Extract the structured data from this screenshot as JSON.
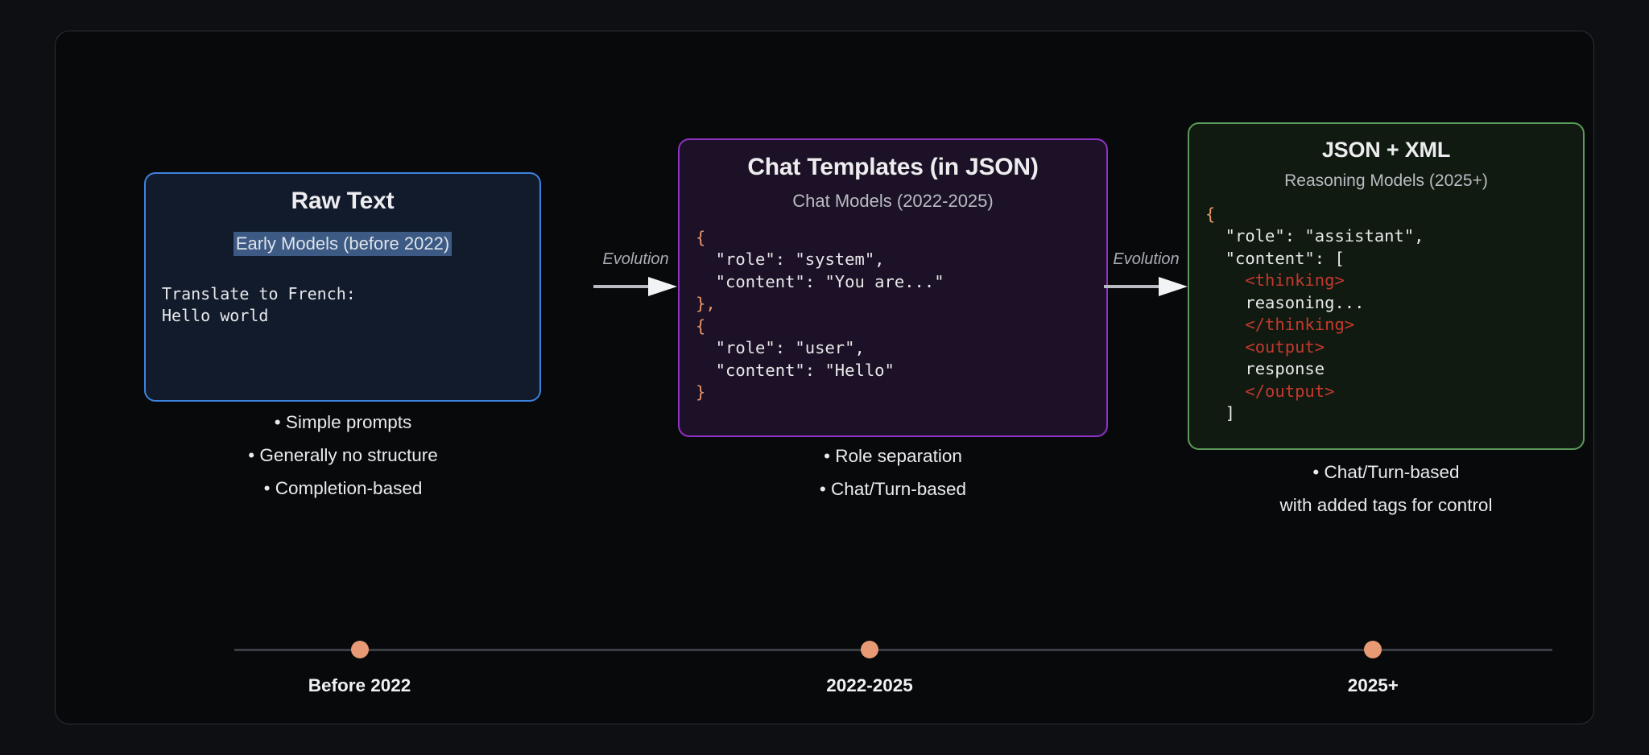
{
  "diagram": {
    "stages": [
      {
        "title": "Raw Text",
        "subtitle": "Early Models (before 2022)",
        "subtitle_selected": true,
        "code": "Translate to French:\nHello world",
        "border_color": "#3d82e0",
        "background_color": "#111b2b",
        "bullets": [
          "• Simple prompts",
          "• Generally no structure",
          "• Completion-based"
        ]
      },
      {
        "title": "Chat Templates (in JSON)",
        "subtitle": "Chat Models (2022-2025)",
        "subtitle_selected": false,
        "code_lines": [
          {
            "text": "{",
            "kind": "brace"
          },
          {
            "text": "  \"role\": \"system\",",
            "kind": "plain"
          },
          {
            "text": "  \"content\": \"You are...\"",
            "kind": "plain"
          },
          {
            "text": "},",
            "kind": "brace"
          },
          {
            "text": "{",
            "kind": "brace"
          },
          {
            "text": "  \"role\": \"user\",",
            "kind": "plain"
          },
          {
            "text": "  \"content\": \"Hello\"",
            "kind": "plain"
          },
          {
            "text": "}",
            "kind": "brace"
          }
        ],
        "border_color": "#9032c4",
        "background_color": "#1c1126",
        "bullets": [
          "• Role separation",
          "• Chat/Turn-based"
        ]
      },
      {
        "title": "JSON + XML",
        "subtitle": "Reasoning Models (2025+)",
        "subtitle_selected": false,
        "code_lines": [
          {
            "text": "{",
            "kind": "brace"
          },
          {
            "text": "  \"role\": \"assistant\",",
            "kind": "plain"
          },
          {
            "text": "  \"content\": [",
            "kind": "plain"
          },
          {
            "text": "    <thinking>",
            "kind": "tag"
          },
          {
            "text": "    reasoning...",
            "kind": "plain"
          },
          {
            "text": "    </thinking>",
            "kind": "tag"
          },
          {
            "text": "    <output>",
            "kind": "tag"
          },
          {
            "text": "    response",
            "kind": "plain"
          },
          {
            "text": "    </output>",
            "kind": "tag"
          },
          {
            "text": "  ]",
            "kind": "plain"
          }
        ],
        "border_color": "#5a9a5a",
        "background_color": "#101a10",
        "bullets": [
          "• Chat/Turn-based",
          "with added tags for control"
        ]
      }
    ],
    "arrows": [
      {
        "label": "Evolution"
      },
      {
        "label": "Evolution"
      }
    ],
    "timeline": {
      "dot_color": "#e79a74",
      "line_color": "#3a3d43",
      "nodes": [
        {
          "label": "Before 2022",
          "position_pct": 9.5
        },
        {
          "label": "2022-2025",
          "position_pct": 48.2
        },
        {
          "label": "2025+",
          "position_pct": 86.4
        }
      ]
    }
  }
}
